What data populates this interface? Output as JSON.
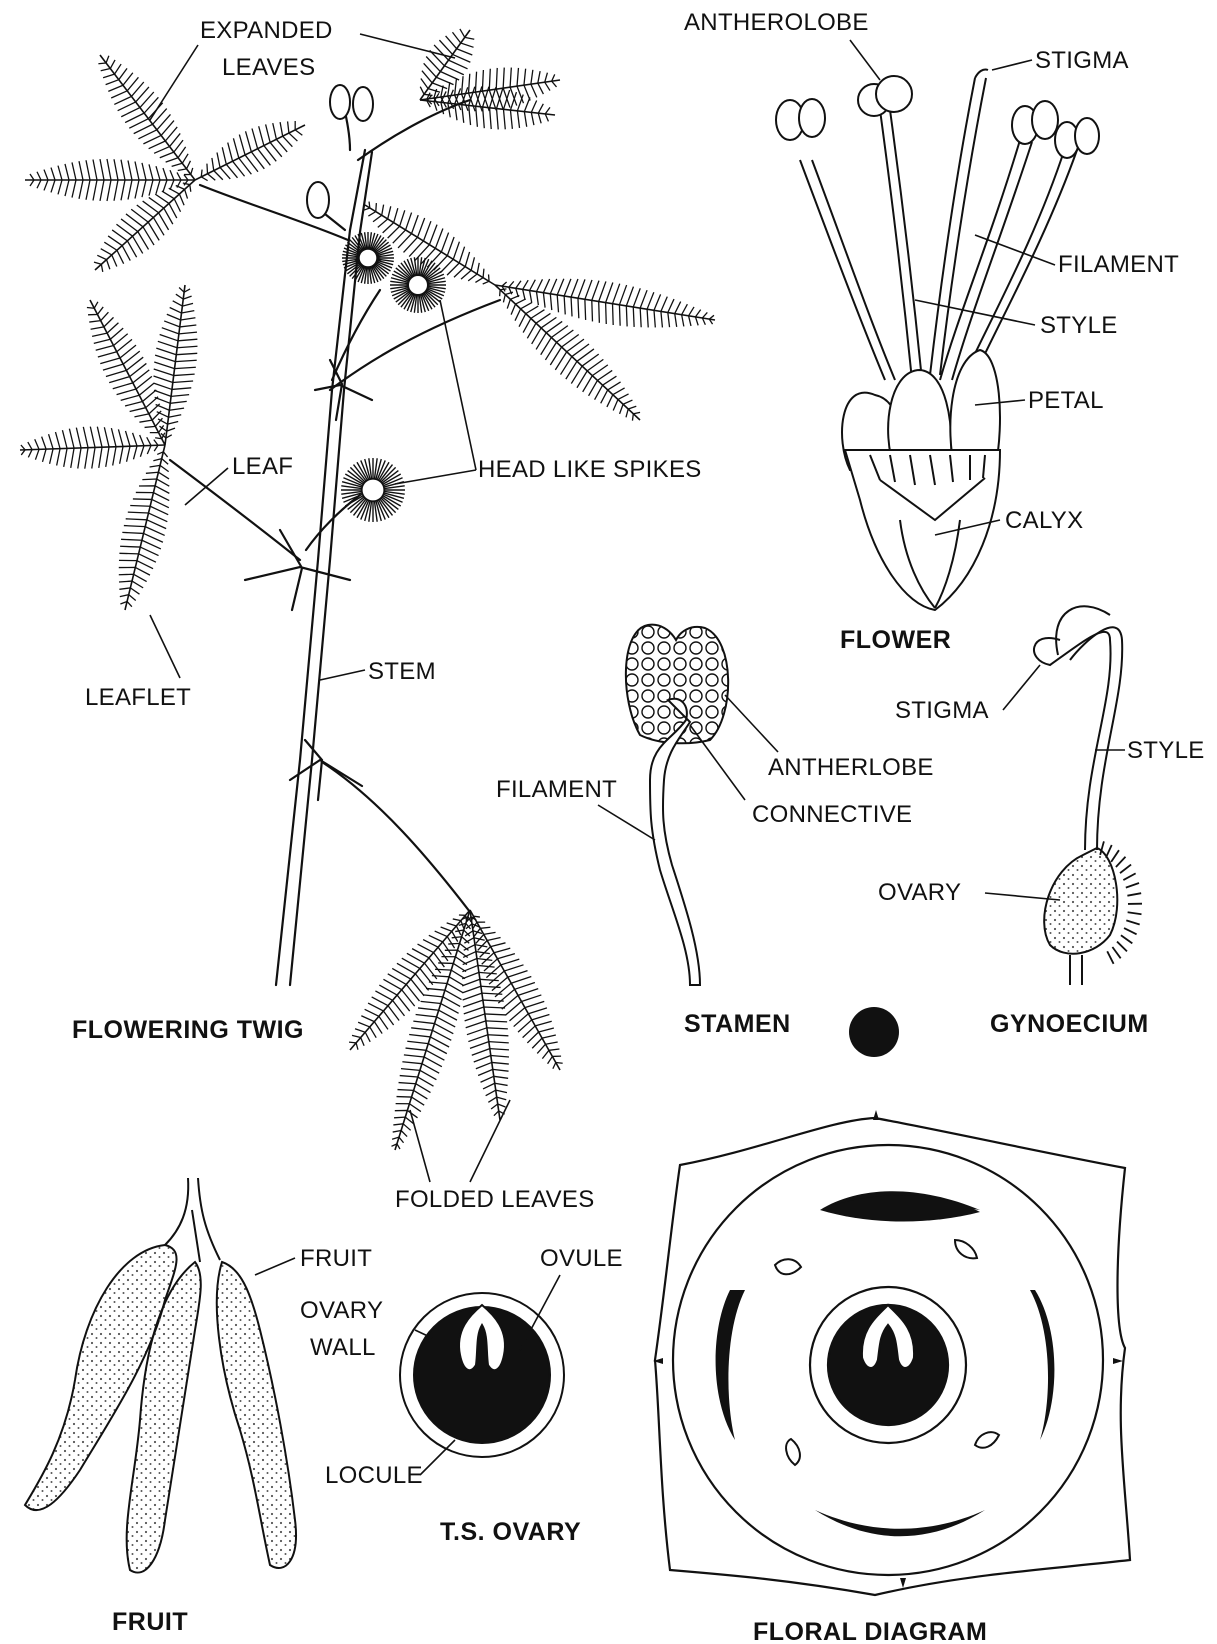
{
  "colors": {
    "ink": "#111111",
    "paper": "#ffffff",
    "stipple": "#555555"
  },
  "twig": {
    "title": "FLOWERING TWIG",
    "labels": {
      "expanded_leaves": [
        "EXPANDED",
        "LEAVES"
      ],
      "leaf": "LEAF",
      "head_like_spikes": "HEAD LIKE SPIKES",
      "leaflet": "LEAFLET",
      "stem": "STEM",
      "folded_leaves": "FOLDED LEAVES"
    }
  },
  "flower": {
    "title": "FLOWER",
    "labels": {
      "antherolobe": "ANTHEROLOBE",
      "stigma": "STIGMA",
      "filament": "FILAMENT",
      "style": "STYLE",
      "petal": "PETAL",
      "calyx": "CALYX"
    }
  },
  "stamen": {
    "title": "STAMEN",
    "labels": {
      "antherlobe": "ANTHERLOBE",
      "connective": "CONNECTIVE",
      "filament": "FILAMENT"
    }
  },
  "gynoecium": {
    "title": "GYNOECIUM",
    "labels": {
      "stigma": "STIGMA",
      "style": "STYLE",
      "ovary": "OVARY"
    }
  },
  "fruit": {
    "title": "FRUIT",
    "labels": {
      "fruit": "FRUIT"
    }
  },
  "ts_ovary": {
    "title": "T.S. OVARY",
    "labels": {
      "ovary_wall": [
        "OVARY",
        "WALL"
      ],
      "ovule": "OVULE",
      "locule": "LOCULE"
    }
  },
  "floral_diagram": {
    "title": "FLORAL DIAGRAM"
  }
}
